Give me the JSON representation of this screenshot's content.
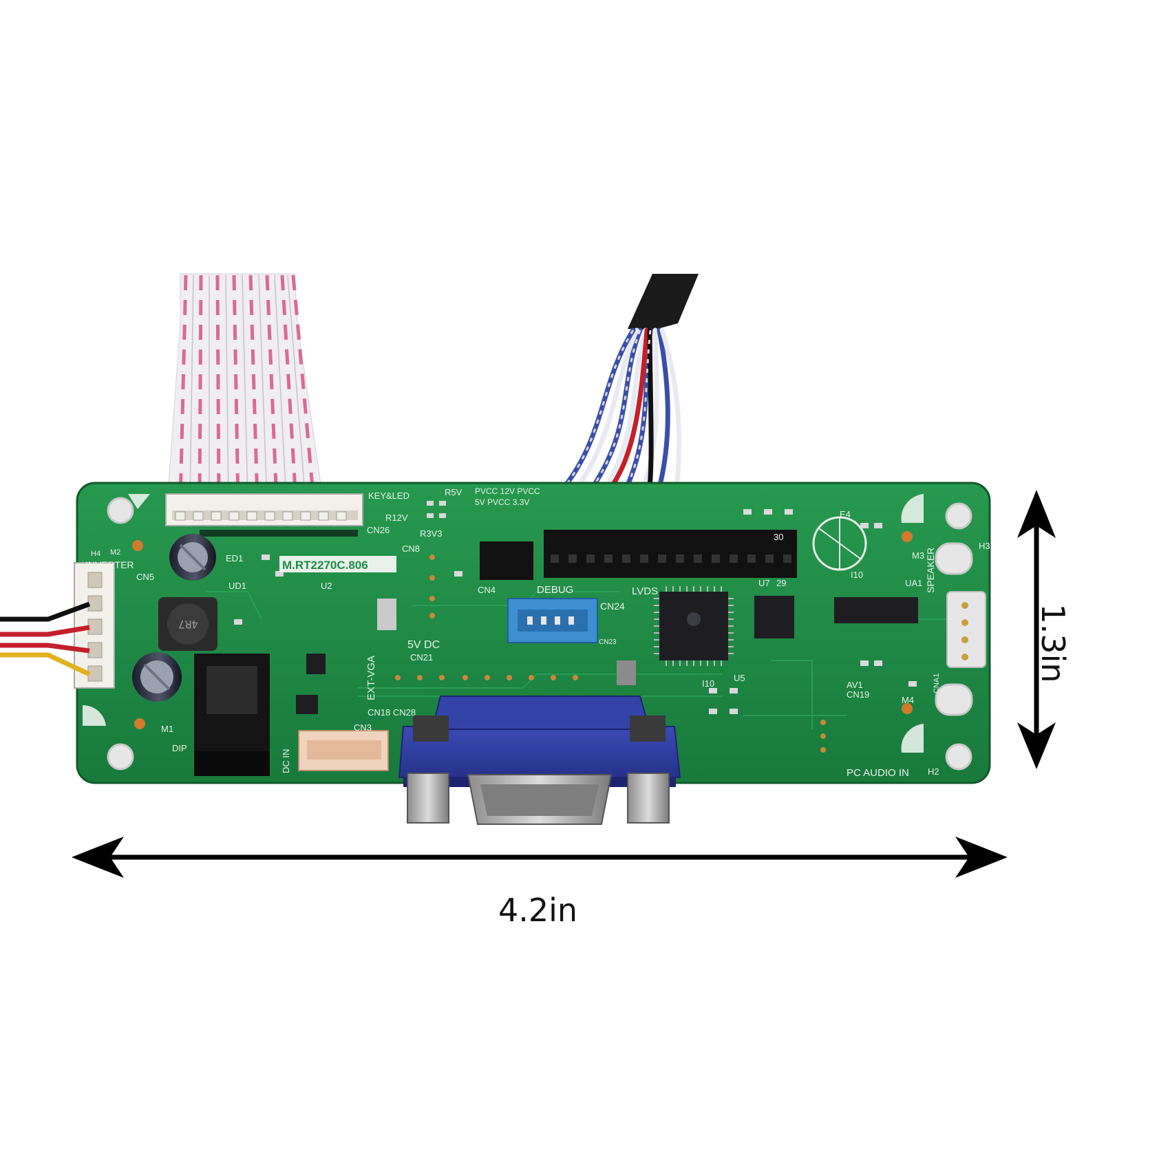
{
  "dimensions": {
    "width": "4.2in",
    "height": "1.3in"
  },
  "board": {
    "color": "#1f8a47",
    "model": "M.RT2270C.806",
    "labels": {
      "key_led": "KEY&LED",
      "r5v": "R5V",
      "r12v": "R12V",
      "r3v3": "R3V3",
      "cn26": "CN26",
      "cn8": "CN8",
      "pvcc_line1": "PVCC  12V  PVCC",
      "pvcc_line2": "5V     PVCC  3.3V",
      "h4": "H4",
      "m2": "M2",
      "inverter": "INVERTER",
      "cn5": "CN5",
      "ed1": "ED1",
      "ud1": "UD1",
      "u2": "U2",
      "cn4": "CN4",
      "debug": "DEBUG",
      "lvds": "LVDS",
      "cn24": "CN24",
      "cn23": "CN23",
      "e4": "E4",
      "m3": "M3",
      "h3": "H3",
      "speaker": "SPEAKER",
      "u7": "U7",
      "n29": "29",
      "n30": "30",
      "i10a": "I10",
      "ua1": "UA1",
      "v5dc": "5V DC",
      "cn21": "CN21",
      "ext_vga": "EXT-VGA",
      "i10b": "I10",
      "u5": "U5",
      "av1": "AV1",
      "cn19": "CN19",
      "cna1": "CNA1",
      "m4": "M4",
      "cn18_cn28": "CN18 CN28",
      "cn3": "CN3",
      "m1": "M1",
      "dip": "DIP",
      "dc_in": "DC IN",
      "pc_audio_in": "PC AUDIO IN",
      "h2": "H2",
      "inductor": "4R7"
    }
  },
  "colors": {
    "pcb": "#1f8a47",
    "silk": "#e9f2ea",
    "vga": "#2e3d9c",
    "jst_blue": "#3d8fd0",
    "ribbon_stripe": "#d96b93",
    "arrow": "#000000"
  }
}
